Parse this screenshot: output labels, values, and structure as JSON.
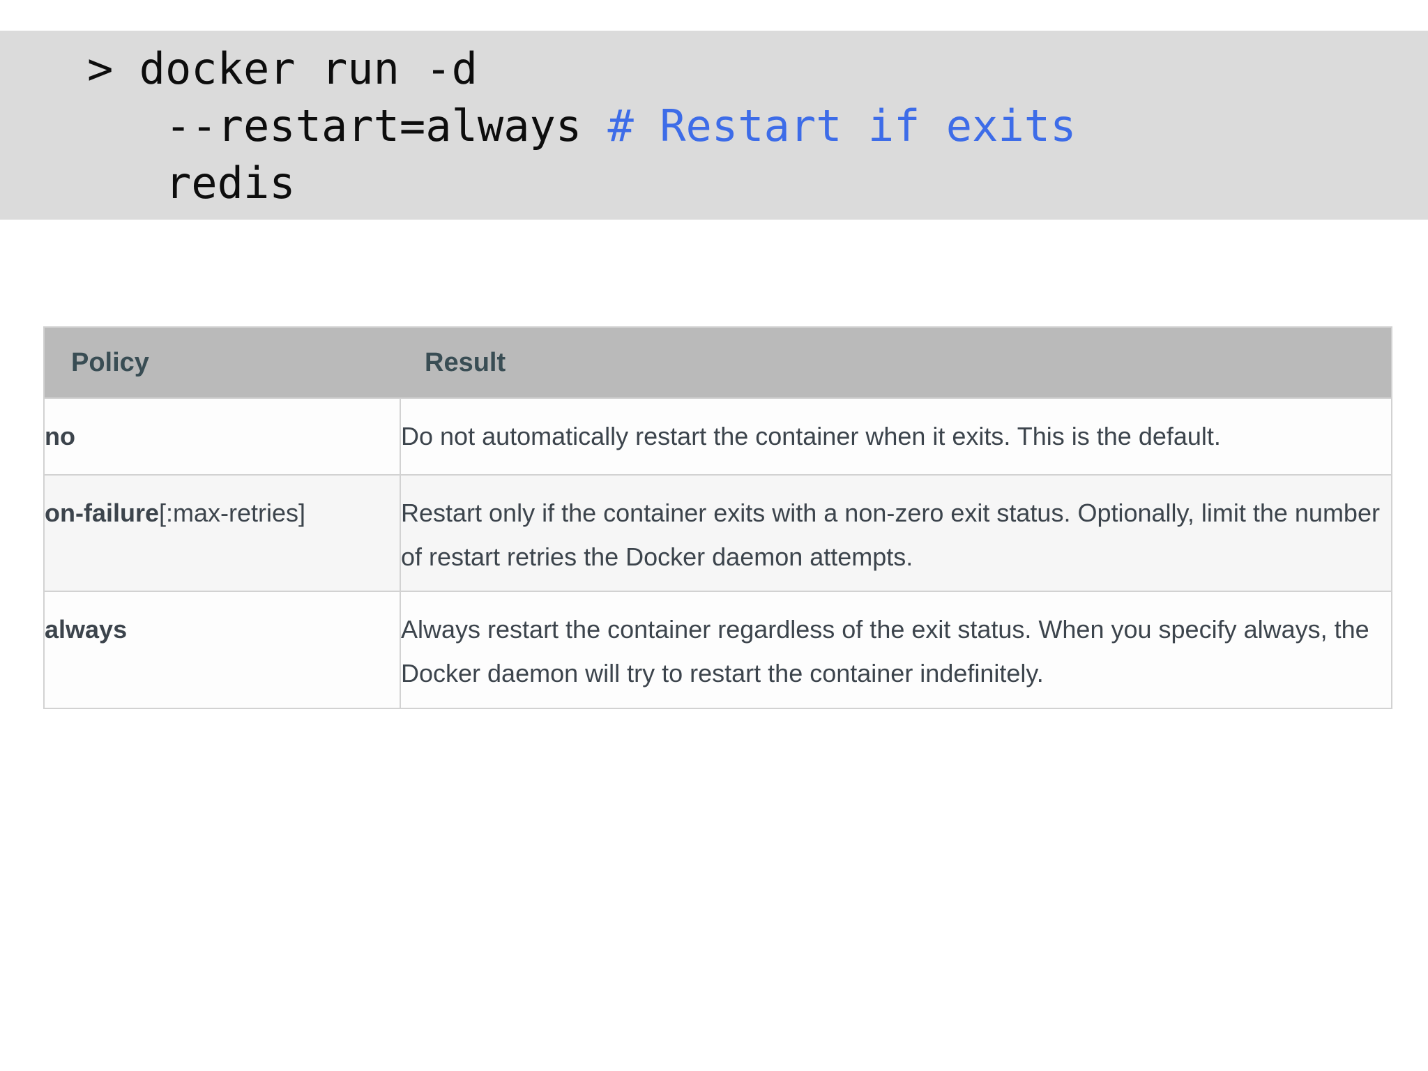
{
  "code_block": {
    "background": "#dbdbdb",
    "text_color": "#0d0d0d",
    "comment_color": "#3d6ce8",
    "line1": "> docker run -d",
    "line2_command": "   --restart=always ",
    "line2_comment": "# Restart if exits",
    "line3": "   redis"
  },
  "table": {
    "header": {
      "policy": "Policy",
      "result": "Result",
      "background": "#bababa",
      "text_color": "#394d54"
    },
    "rows": [
      {
        "policy_bold": "no",
        "policy_suffix": "",
        "result": "Do not automatically restart the container when it exits. This is the default."
      },
      {
        "policy_bold": "on-failure",
        "policy_suffix": "[:max-retries]",
        "result": "Restart only if the container exits with a non-zero exit status. Optionally, limit the number of restart retries the Docker daemon attempts."
      },
      {
        "policy_bold": "always",
        "policy_suffix": "",
        "result": "Always restart the container regardless of the exit status. When you specify always, the Docker daemon will try to restart the container indefinitely."
      }
    ]
  }
}
